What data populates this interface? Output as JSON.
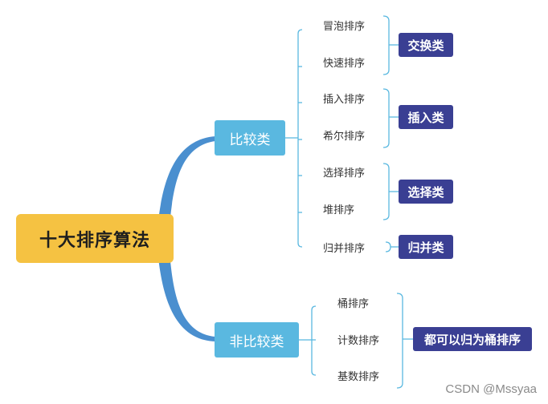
{
  "root": {
    "label": "十大排序算法"
  },
  "comparison": {
    "label": "比较类",
    "leaves": [
      "冒泡排序",
      "快速排序",
      "插入排序",
      "希尔排序",
      "选择排序",
      "堆排序",
      "归并排序"
    ],
    "groups": [
      "交换类",
      "插入类",
      "选择类",
      "归并类"
    ]
  },
  "non_comparison": {
    "label": "非比较类",
    "leaves": [
      "桶排序",
      "计数排序",
      "基数排序"
    ],
    "groups": [
      "都可以归为桶排序"
    ]
  },
  "watermark": "CSDN @Mssyaa",
  "colors": {
    "root": "#f5c242",
    "branch": "#5ab8e0",
    "group": "#3a3f93",
    "link": "#4a8fcf",
    "bracket": "#5ab8e0"
  }
}
